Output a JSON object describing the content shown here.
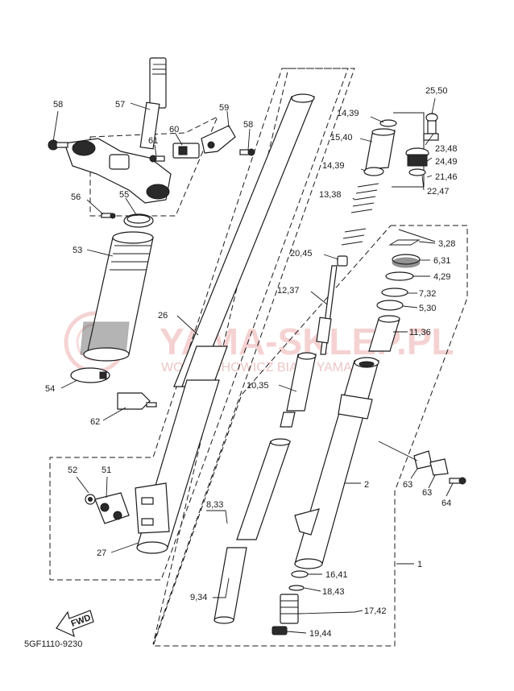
{
  "diagram": {
    "code": "5GF1110-9230",
    "fwd_label": "FWD",
    "watermark": {
      "main": "YAMA-SKLEP.PL",
      "sub": "WOŁCIECHOWICZ BIAŁA YAMAHA"
    },
    "callouts": [
      {
        "id": "58a",
        "text": "58"
      },
      {
        "id": "57",
        "text": "57"
      },
      {
        "id": "59",
        "text": "59"
      },
      {
        "id": "58b",
        "text": "58"
      },
      {
        "id": "60",
        "text": "60"
      },
      {
        "id": "61",
        "text": "61"
      },
      {
        "id": "56",
        "text": "56"
      },
      {
        "id": "55",
        "text": "55"
      },
      {
        "id": "53",
        "text": "53"
      },
      {
        "id": "26",
        "text": "26"
      },
      {
        "id": "54",
        "text": "54"
      },
      {
        "id": "62",
        "text": "62"
      },
      {
        "id": "52",
        "text": "52"
      },
      {
        "id": "51",
        "text": "51"
      },
      {
        "id": "27",
        "text": "27"
      },
      {
        "id": "8_33",
        "text": "8,33"
      },
      {
        "id": "9_34",
        "text": "9,34"
      },
      {
        "id": "25_50",
        "text": "25,50"
      },
      {
        "id": "14_39a",
        "text": "14,39"
      },
      {
        "id": "15_40",
        "text": "15,40"
      },
      {
        "id": "23_48",
        "text": "23,48"
      },
      {
        "id": "24_49",
        "text": "24,49"
      },
      {
        "id": "14_39b",
        "text": "14,39"
      },
      {
        "id": "21_46",
        "text": "21,46"
      },
      {
        "id": "22_47",
        "text": "22,47"
      },
      {
        "id": "13_38",
        "text": "13,38"
      },
      {
        "id": "3_28",
        "text": "3,28"
      },
      {
        "id": "20_45",
        "text": "20,45"
      },
      {
        "id": "6_31",
        "text": "6,31"
      },
      {
        "id": "4_29",
        "text": "4,29"
      },
      {
        "id": "12_37",
        "text": "12,37"
      },
      {
        "id": "7_32",
        "text": "7,32"
      },
      {
        "id": "5_30",
        "text": "5,30"
      },
      {
        "id": "11_36",
        "text": "11,36"
      },
      {
        "id": "10_35",
        "text": "10,35"
      },
      {
        "id": "2",
        "text": "2"
      },
      {
        "id": "63a",
        "text": "63"
      },
      {
        "id": "63b",
        "text": "63"
      },
      {
        "id": "64",
        "text": "64"
      },
      {
        "id": "1",
        "text": "1"
      },
      {
        "id": "16_41",
        "text": "16,41"
      },
      {
        "id": "18_43",
        "text": "18,43"
      },
      {
        "id": "17_42",
        "text": "17,42"
      },
      {
        "id": "19_44",
        "text": "19,44"
      }
    ]
  }
}
